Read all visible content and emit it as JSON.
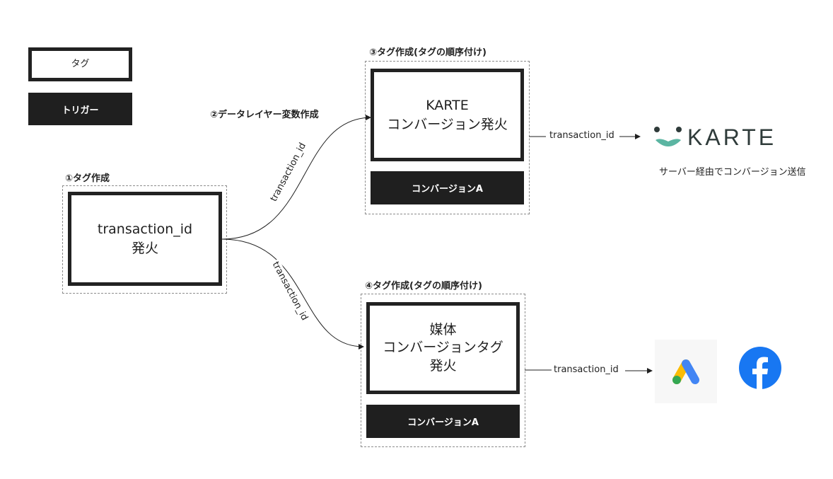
{
  "legend": {
    "tag_label": "タグ",
    "trigger_label": "トリガー"
  },
  "step1": {
    "title": "①タグ作成",
    "tag_text": "transaction_id\n発火"
  },
  "step2": {
    "title": "②データレイヤー変数作成"
  },
  "step3": {
    "title": "③タグ作成(タグの順序付け)",
    "tag_text": "KARTE\nコンバージョン発火",
    "trigger_text": "コンバージョンA"
  },
  "step4": {
    "title": "④タグ作成(タグの順序付け)",
    "tag_text": "媒体\nコンバージョンタグ\n発火",
    "trigger_text": "コンバージョンA"
  },
  "edges": {
    "curve_upper_label": "transaction_id",
    "curve_lower_label": "transaction_id",
    "karte_arrow_label": "transaction_id",
    "media_arrow_label": "transaction_id"
  },
  "karte": {
    "logo_text": "KARTE",
    "caption": "サーバー経由でコンバージョン送信"
  },
  "icons": [
    "karte-logo-icon",
    "google-ads-icon",
    "facebook-icon"
  ],
  "colors": {
    "dark": "#1f1f1f",
    "karte_teal": "#5bb5a2",
    "karte_text": "#2f3b3a",
    "google_blue": "#4285f4",
    "google_yellow": "#fbbc04",
    "google_green": "#34a853",
    "facebook_blue": "#1877f2"
  }
}
